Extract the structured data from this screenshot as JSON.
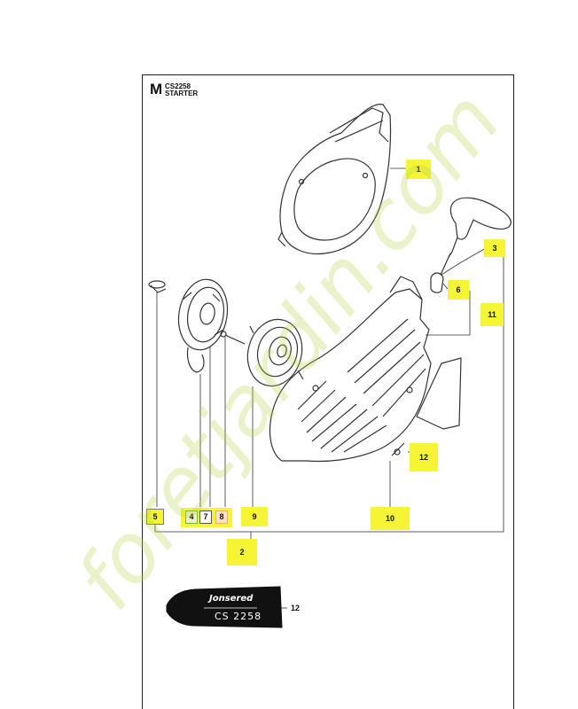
{
  "header": {
    "section_letter": "M",
    "code": "CS2258",
    "title": "STARTER"
  },
  "callouts": {
    "c1": "1",
    "c2": "2",
    "c3": "3",
    "c4": "4",
    "c5": "5",
    "c6": "6",
    "c7": "7",
    "c8": "8",
    "c9": "9",
    "c10": "10",
    "c11": "11",
    "c12": "12",
    "c12_decal": "12"
  },
  "decal": {
    "brand": "Jonsered",
    "model": "CS 2258"
  },
  "watermark": {
    "text": "foretjardin.com",
    "color": "#afd23c"
  },
  "colors": {
    "highlight": "#f5f536",
    "line": "#333333"
  }
}
